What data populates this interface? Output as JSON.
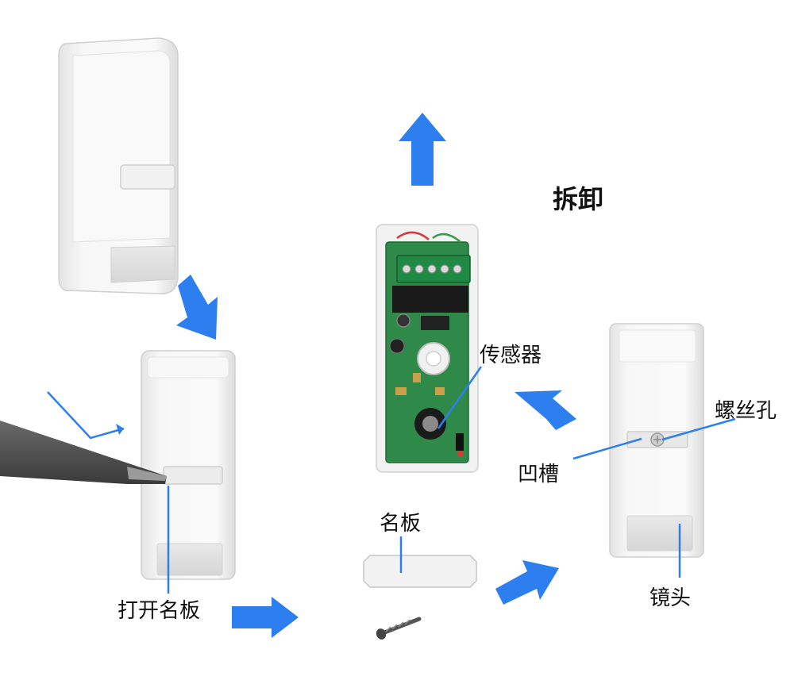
{
  "title": "拆卸",
  "labels": {
    "sensor": "传感器",
    "screw_hole": "螺丝孔",
    "groove": "凹槽",
    "nameplate": "名板",
    "lens": "镜头",
    "open_nameplate": "打开名板"
  },
  "colors": {
    "arrow": "#2d7ff0",
    "leader": "#2d7ff0",
    "casing": "#f4f4f4",
    "pcb": "#2f8a4a",
    "text": "#111111"
  }
}
